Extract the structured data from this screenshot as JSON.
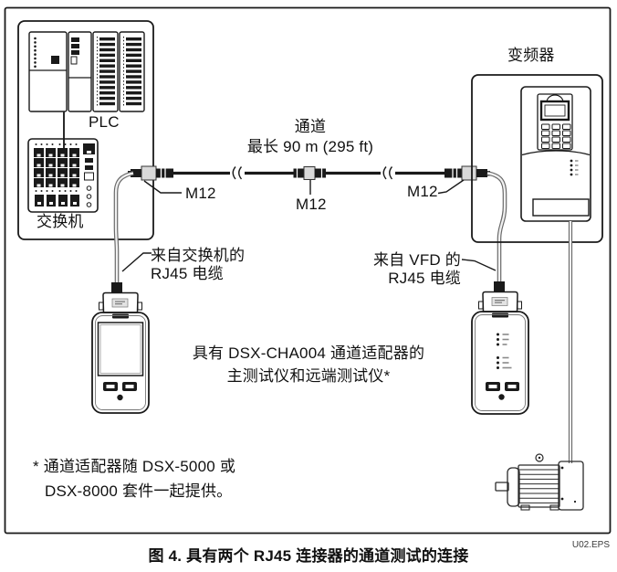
{
  "figure": {
    "plc_label": "PLC",
    "switch_label": "交换机",
    "vfd_label": "变频器",
    "channel_title": "通道",
    "channel_length": "最长 90 m (295 ft)",
    "m12_left": "M12",
    "m12_middle": "M12",
    "m12_right": "M12",
    "rj45_from_switch_line1": "来自交换机的",
    "rj45_from_switch_line2": "RJ45 电缆",
    "rj45_from_vfd_line1": "来自 VFD 的",
    "rj45_from_vfd_line2": "RJ45 电缆",
    "testers_note_line1": "具有 DSX-CHA004 通道适配器的",
    "testers_note_line2": "主测试仪和远端测试仪*",
    "footnote_line1": "* 通道适配器随 DSX-5000 或",
    "footnote_line2": "DSX-8000 套件一起提供。",
    "file_label": "U02.EPS",
    "caption": "图 4. 具有两个 RJ45 连接器的通道测试的连接"
  },
  "colors": {
    "line": "#1a1a1a",
    "cable_outline": "#6a6a6a",
    "cable_core": "#f1f1f1",
    "connector_fill": "#d9d9d9",
    "background": "#ffffff"
  }
}
